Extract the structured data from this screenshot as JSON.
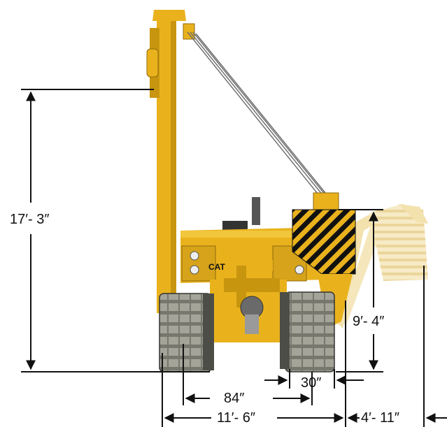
{
  "dimensions": {
    "overall_height": "17′- 3″",
    "counterweight_height": "9′- 4″",
    "track_gauge": "84″",
    "shoe_width": "30″",
    "overall_width": "11′- 6″",
    "counterweight_extension": "4′- 11″"
  },
  "machine": {
    "brand_text": "CAT"
  },
  "colors": {
    "machine_yellow": "#e9b21d",
    "machine_shadow": "#b9870f",
    "track_gray": "#8a8a80",
    "ghost_yellow": "#f3dda0",
    "line": "#111111"
  }
}
